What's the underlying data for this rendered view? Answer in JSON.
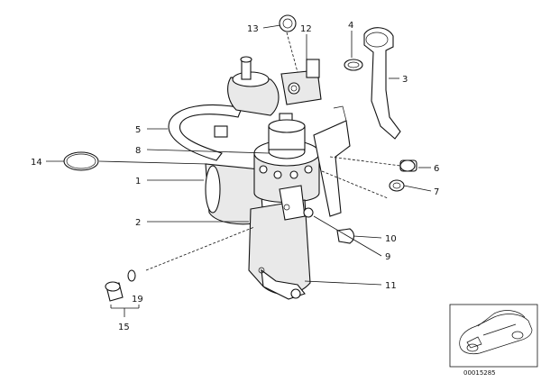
{
  "callouts": [
    {
      "id": "1",
      "text": "1"
    },
    {
      "id": "2",
      "text": "2"
    },
    {
      "id": "3",
      "text": "3"
    },
    {
      "id": "4",
      "text": "4"
    },
    {
      "id": "5",
      "text": "5"
    },
    {
      "id": "6",
      "text": "6"
    },
    {
      "id": "7",
      "text": "7"
    },
    {
      "id": "8",
      "text": "8"
    },
    {
      "id": "9",
      "text": "9"
    },
    {
      "id": "10",
      "text": "10"
    },
    {
      "id": "11",
      "text": "11"
    },
    {
      "id": "12",
      "text": "12"
    },
    {
      "id": "13",
      "text": "13"
    },
    {
      "id": "14",
      "text": "14"
    },
    {
      "id": "15",
      "text": "15"
    },
    {
      "id": "19",
      "text": "19"
    }
  ],
  "reference_number": "00015285"
}
